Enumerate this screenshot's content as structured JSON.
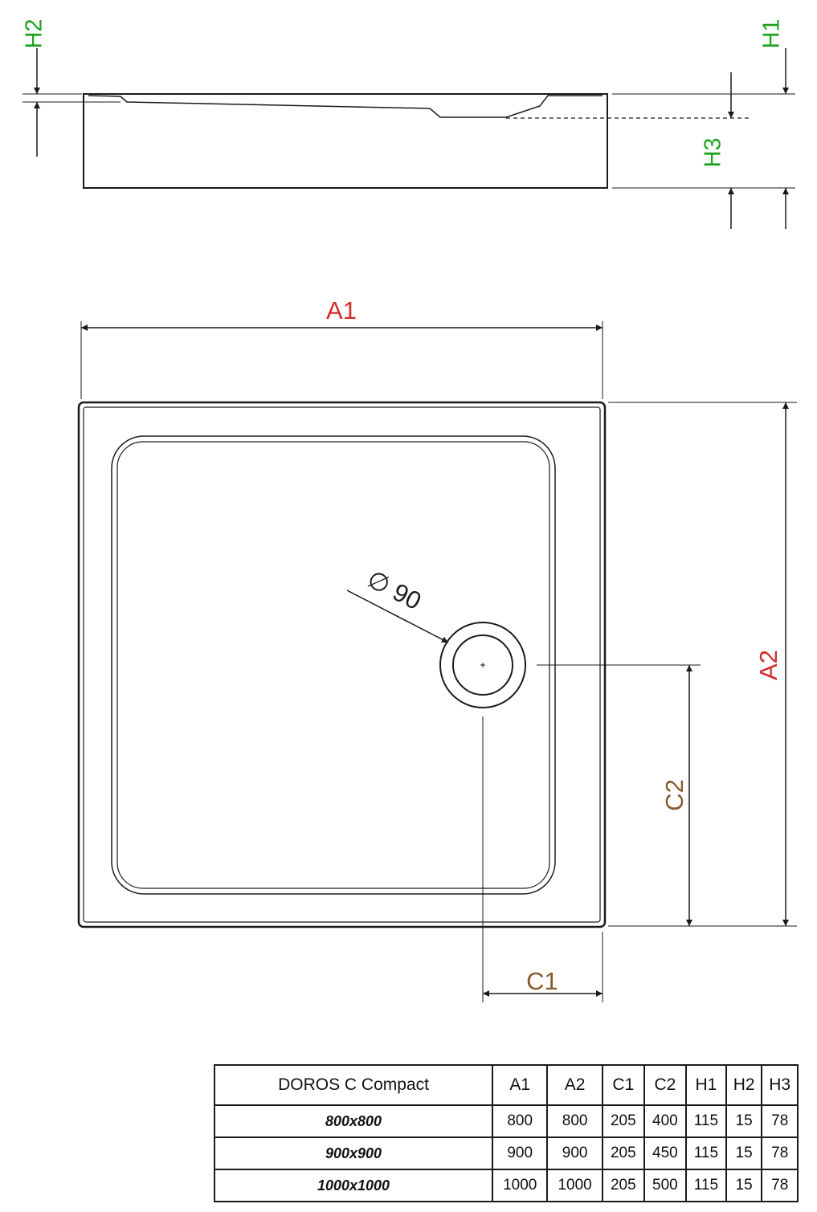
{
  "labels": {
    "A1": "A1",
    "A2": "A2",
    "C1": "C1",
    "C2": "C2",
    "H1": "H1",
    "H2": "H2",
    "H3": "H3",
    "drain": "∅ 90"
  },
  "colors": {
    "A": "#d42a2a",
    "C": "#8a5a2b",
    "H": "#1ea21e",
    "line": "#1a1a1a"
  },
  "table": {
    "title": "DOROS C Compact",
    "headers": [
      "A1",
      "A2",
      "C1",
      "C2",
      "H1",
      "H2",
      "H3"
    ],
    "rows": [
      {
        "model": "800x800",
        "values": [
          "800",
          "800",
          "205",
          "400",
          "115",
          "15",
          "78"
        ]
      },
      {
        "model": "900x900",
        "values": [
          "900",
          "900",
          "205",
          "450",
          "115",
          "15",
          "78"
        ]
      },
      {
        "model": "1000x1000",
        "values": [
          "1000",
          "1000",
          "205",
          "500",
          "115",
          "15",
          "78"
        ]
      }
    ]
  }
}
